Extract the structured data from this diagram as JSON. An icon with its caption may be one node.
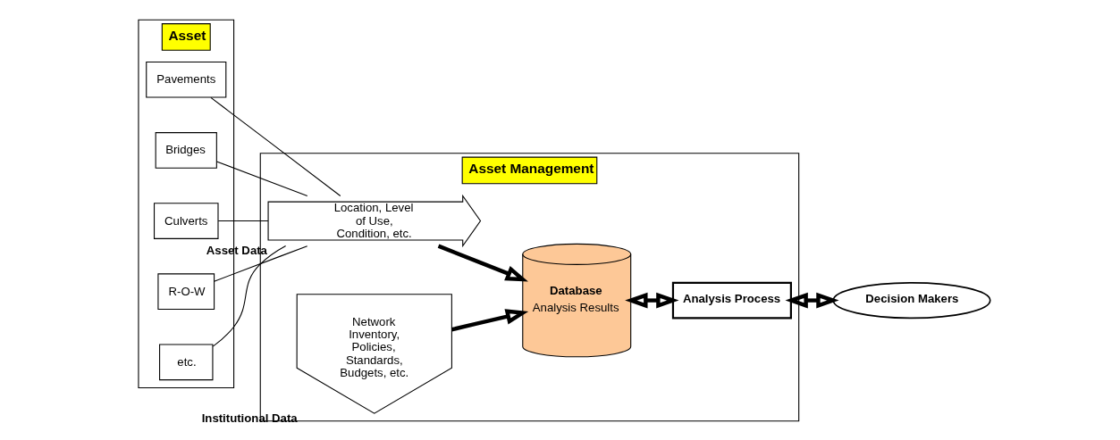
{
  "diagram": {
    "nodes": [
      {
        "text": [
          "Asset"
        ]
      },
      {
        "text": [
          "Pavements"
        ],
        "in": 0
      },
      {
        "text": [
          "Bridges"
        ],
        "in": 0
      },
      {
        "text": [
          "Culverts"
        ],
        "in": 0
      },
      {
        "text": [
          "R-O-W"
        ],
        "in": 0
      },
      {
        "text": [
          "etc."
        ],
        "in": 0
      },
      {
        "text": [
          "Asset Management"
        ]
      },
      {
        "text": [
          "Location, Level of Use, Condition, etc."
        ],
        "beside": [
          "Asset Data"
        ],
        "in": 6
      },
      {
        "text": [
          "Network Inventory, Policies, Standards, Budgets, etc."
        ],
        "beside": [
          "Institutional Data"
        ],
        "in": 6
      },
      {
        "text": [
          "Database",
          "Analysis Results"
        ],
        "in": 6
      },
      {
        "text": [
          "Analysis Process"
        ],
        "in": 6
      },
      {
        "text": [
          "Decision Makers"
        ]
      }
    ],
    "edges": [
      {
        "from": 1,
        "to": 7,
        "arrow": "none"
      },
      {
        "from": 2,
        "to": 7,
        "arrow": "none"
      },
      {
        "from": 3,
        "to": 7,
        "arrow": "none"
      },
      {
        "from": 4,
        "to": 7,
        "arrow": "none"
      },
      {
        "from": 5,
        "to": 7,
        "arrow": "none"
      },
      {
        "from": 7,
        "to": 9,
        "arrow": "to",
        "style": "thick"
      },
      {
        "from": 8,
        "to": 9,
        "arrow": "to",
        "style": "thick"
      },
      {
        "from": 9,
        "to": 10,
        "arrow": "both",
        "style": "thick"
      },
      {
        "from": 10,
        "to": 11,
        "arrow": "both",
        "style": "thick"
      }
    ]
  }
}
